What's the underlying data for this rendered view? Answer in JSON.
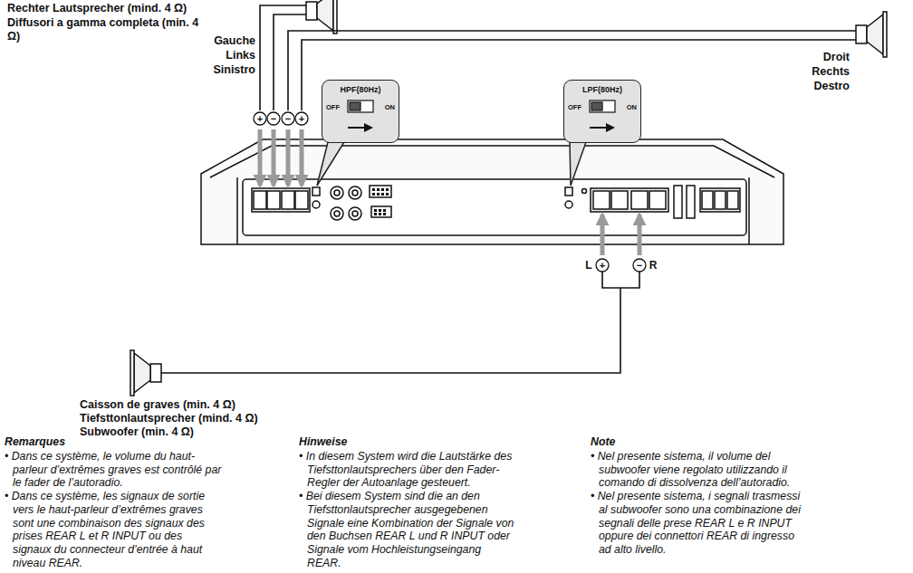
{
  "diagram": {
    "nodes": [
      {
        "text": [
          "HPF(80Hz)",
          "OFF",
          "ON"
        ]
      },
      {
        "text": [
          "LPF(80Hz)",
          "OFF",
          "ON"
        ]
      }
    ],
    "labels": [
      "Rechter Lautsprecher (mind. 4 Ω)",
      "Diffusori a gamma completa (min. 4 Ω)",
      "Gauche",
      "Links",
      "Sinistro",
      "Droit",
      "Rechts",
      "Destro",
      "+",
      "−",
      "−",
      "+",
      "L",
      "+",
      "−",
      "R",
      "Caisson de graves (min. 4 Ω)",
      "Tiefsttonlautsprecher (mind. 4 Ω)",
      "Subwoofer (min. 4 Ω)",
      "Remarques",
      "• Dans ce système, le volume du haut-parleur d’extrêmes graves est contrôlé par le fader de l’autoradio.",
      "• Dans ce système, les signaux de sortie vers le haut-parleur d’extrêmes graves sont une combinaison des signaux des prises REAR L et R INPUT ou des signaux du connecteur d’entrée à haut niveau REAR.",
      "Hinweise",
      "• In diesem System wird die Lautstärke des Tiefsttonlautsprechers über den Fader-Regler der Autoanlage gesteuert.",
      "• Bei diesem System sind die an den Tiefsttonlautsprecher ausgegebenen Signale eine Kombination der Signale von den Buchsen REAR L und R INPUT oder Signale vom Hochleistungseingang REAR.",
      "Note",
      "• Nel presente sistema, il volume del subwoofer viene regolato utilizzando il comando di dissolvenza dell’autoradio.",
      "• Nel presente sistema, i segnali trasmessi al subwoofer sono una combinazione dei segnali delle prese REAR L e R INPUT oppure dei connettori REAR di ingresso ad alto livello."
    ]
  }
}
